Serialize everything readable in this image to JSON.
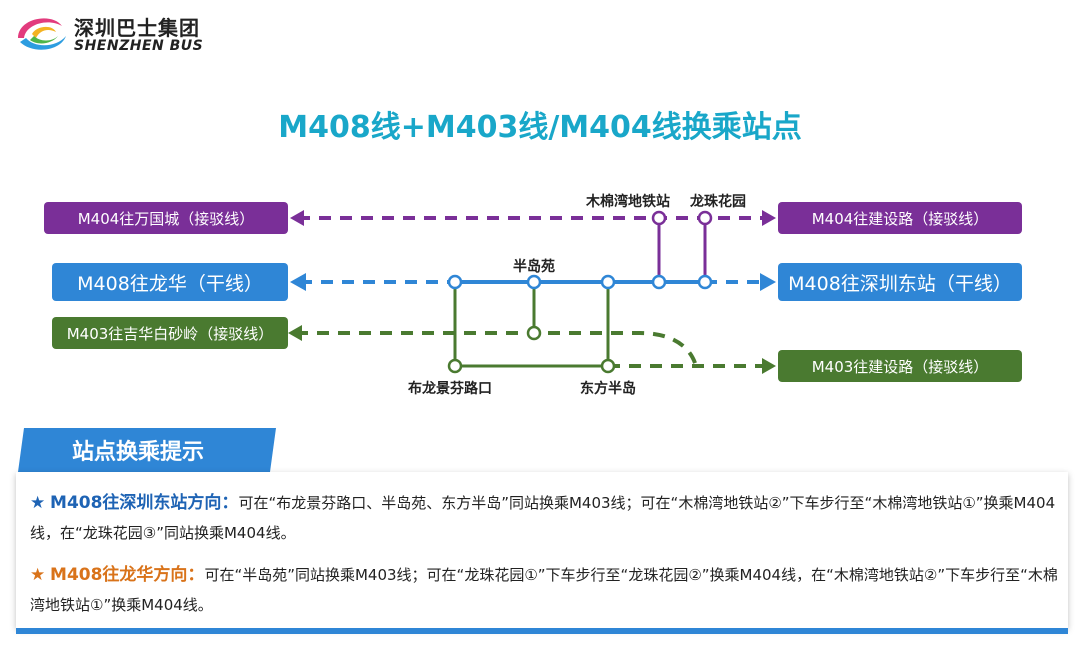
{
  "logo": {
    "cn": "深圳巴士集团",
    "en": "SHENZHEN BUS"
  },
  "title": "M408线+M403线/M404线换乘站点",
  "colors": {
    "title": "#19a7c9",
    "m404": "#7a2f98",
    "m408": "#2f86d6",
    "m403": "#4a7a30",
    "tip1": "#1e63b4",
    "tip2": "#d9731a"
  },
  "boxes": {
    "m404_left": "M404往万国城（接驳线）",
    "m404_right": "M404往建设路（接驳线）",
    "m408_left": "M408往龙华（干线）",
    "m408_right": "M408往深圳东站（干线）",
    "m403_left": "M403往吉华白砂岭（接驳线）",
    "m403_right": "M403往建设路（接驳线）"
  },
  "stations": {
    "mumian": "木棉湾地铁站",
    "longzhu": "龙珠花园",
    "bandaoyuan": "半岛苑",
    "bulong": "布龙景芬路口",
    "dongfang": "东方半岛"
  },
  "tips": {
    "heading": "站点换乘提示",
    "t1_label": "M408往深圳东站方向：",
    "t1_text": "可在“布龙景芬路口、半岛苑、东方半岛”同站换乘M403线；可在“木棉湾地铁站②”下车步行至“木棉湾地铁站①”换乘M404线，在“龙珠花园③”同站换乘M404线。",
    "t2_label": "M408往龙华方向：",
    "t2_text": "可在“半岛苑”同站换乘M403线；可在“龙珠花园①”下车步行至“龙珠花园②”换乘M404线，在“木棉湾地铁站②”下车步行至“木棉湾地铁站①”换乘M404线。",
    "star": "★"
  }
}
